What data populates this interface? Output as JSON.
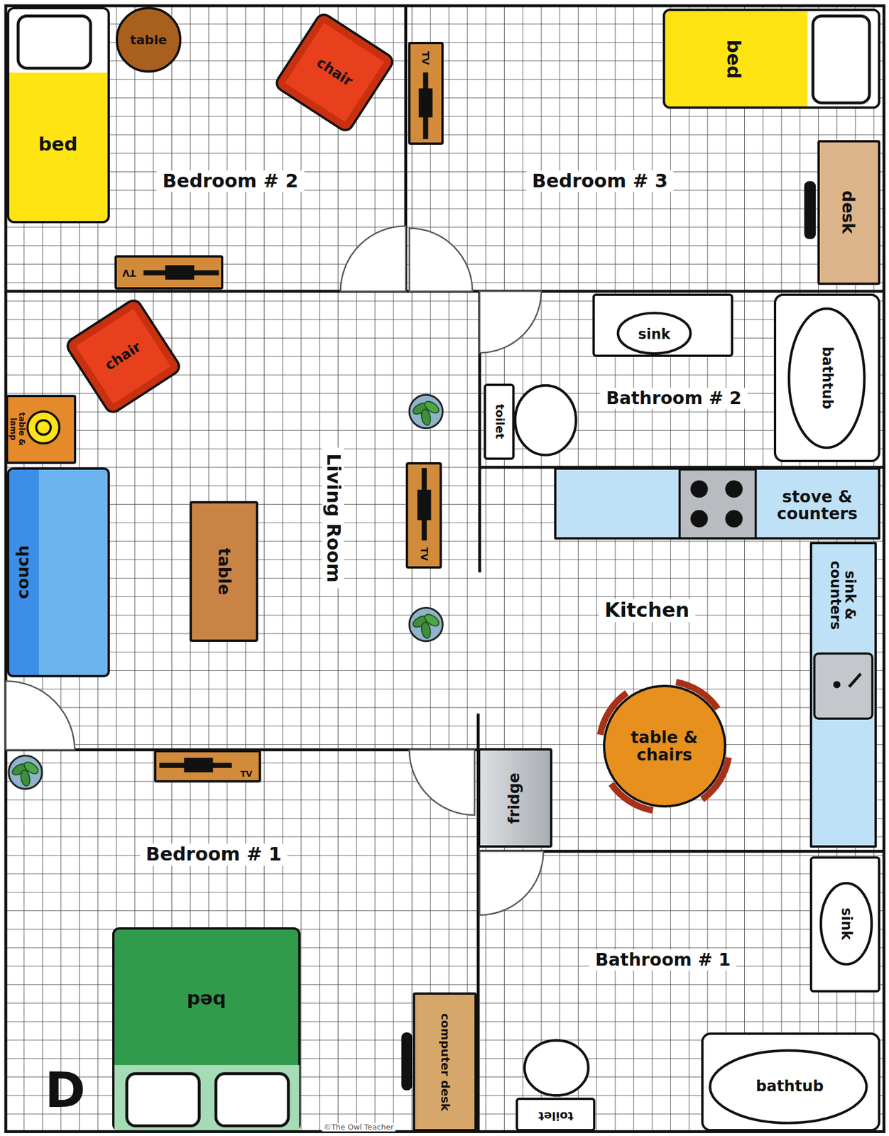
{
  "diagram": {
    "nodes": [
      {
        "text": [
          "Bedroom # 2"
        ]
      },
      {
        "text": [
          "bed"
        ],
        "in": 0
      },
      {
        "text": [
          "table"
        ],
        "in": 0
      },
      {
        "text": [
          "chair"
        ],
        "in": 0
      },
      {
        "text": [
          "TV"
        ],
        "in": 0
      },
      {
        "text": [
          "TV"
        ],
        "in": 0
      },
      {
        "text": [
          "Bedroom # 3"
        ]
      },
      {
        "text": [
          "bed"
        ],
        "in": 6
      },
      {
        "text": [
          "desk"
        ],
        "in": 6
      },
      {
        "text": [
          "Living Room"
        ]
      },
      {
        "text": [
          "chair"
        ],
        "in": 9
      },
      {
        "text": [
          "table & lamp"
        ],
        "in": 9
      },
      {
        "text": [
          "couch"
        ],
        "in": 9
      },
      {
        "text": [
          "table"
        ],
        "in": 9
      },
      {
        "text": [
          "TV"
        ],
        "in": 9
      },
      {
        "text": [
          "Bathroom # 2"
        ]
      },
      {
        "text": [
          "sink"
        ],
        "in": 15
      },
      {
        "text": [
          "bathtub"
        ],
        "in": 15
      },
      {
        "text": [
          "toilet"
        ],
        "in": 15
      },
      {
        "text": [
          "Kitchen"
        ]
      },
      {
        "text": [
          "stove & counters"
        ],
        "in": 19
      },
      {
        "text": [
          "sink & counters"
        ],
        "in": 19
      },
      {
        "text": [
          "table & chairs"
        ],
        "in": 19
      },
      {
        "text": [
          "fridge"
        ],
        "in": 19
      },
      {
        "text": [
          "Bedroom # 1"
        ]
      },
      {
        "text": [
          "TV"
        ],
        "in": 24
      },
      {
        "text": [
          "bed"
        ],
        "in": 24
      },
      {
        "text": [
          "computer desk"
        ],
        "in": 24
      },
      {
        "text": [
          "Bathroom # 1"
        ]
      },
      {
        "text": [
          "sink"
        ],
        "in": 28
      },
      {
        "text": [
          "toilet"
        ],
        "in": 28
      },
      {
        "text": [
          "bathtub"
        ],
        "in": 28
      }
    ],
    "labels": [
      "D",
      "©The Owl Teacher"
    ]
  }
}
